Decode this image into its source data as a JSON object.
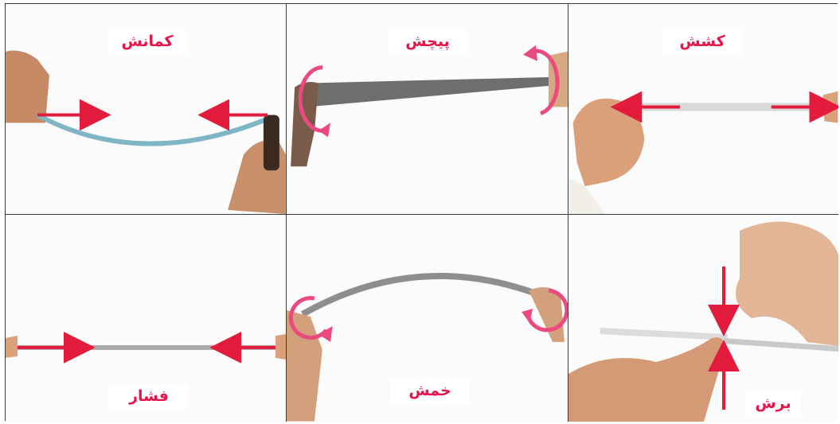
{
  "panels": {
    "top_left": {
      "label": "کمانش"
    },
    "top_mid": {
      "label": "پیچش"
    },
    "top_right": {
      "label": "کشش"
    },
    "bot_left": {
      "label": "فشار"
    },
    "bot_mid": {
      "label": "خمش"
    },
    "bot_right": {
      "label": "برش"
    }
  },
  "colors": {
    "label": "#e8134a",
    "arrow": "#e31b3c",
    "twist_arrow": "#ea4a80",
    "skin": "#d9a07a",
    "grid_line": "#3a3a3a"
  }
}
